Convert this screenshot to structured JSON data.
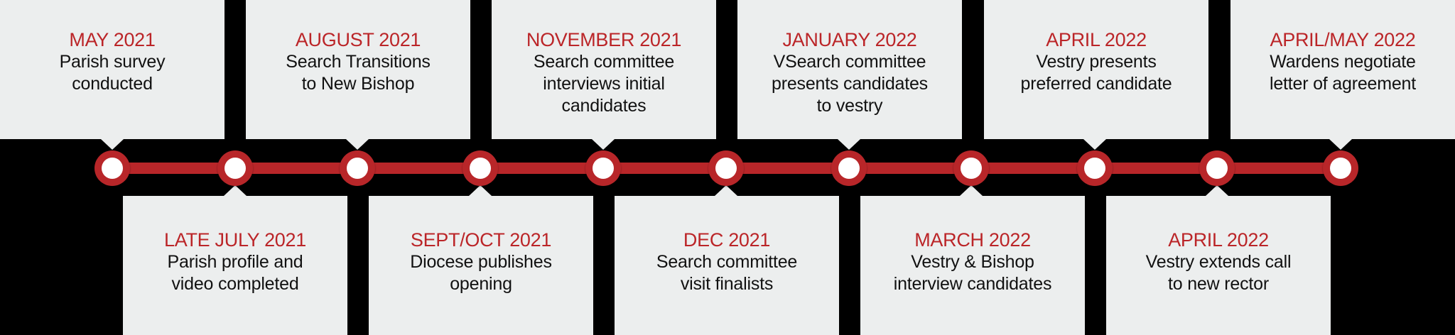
{
  "timeline": {
    "colors": {
      "background": "#000000",
      "card": "#eceeee",
      "accent": "#b82629",
      "date_text": "#bb2528",
      "body_text": "#111111",
      "node_center": "#ffffff"
    },
    "events": [
      {
        "date": "MAY 2021",
        "description": "Parish survey\nconducted",
        "position": "top"
      },
      {
        "date": "LATE JULY 2021",
        "description": "Parish profile and\nvideo completed",
        "position": "bottom"
      },
      {
        "date": "AUGUST 2021",
        "description": "Search Transitions\nto New Bishop",
        "position": "top"
      },
      {
        "date": "SEPT/OCT 2021",
        "description": "Diocese publishes\nopening",
        "position": "bottom"
      },
      {
        "date": "NOVEMBER 2021",
        "description": "Search committee\ninterviews initial\ncandidates",
        "position": "top"
      },
      {
        "date": "DEC 2021",
        "description": "Search committee\nvisit finalists",
        "position": "bottom"
      },
      {
        "date": "JANUARY 2022",
        "description": "VSearch committee\npresents candidates\nto vestry",
        "position": "top"
      },
      {
        "date": "MARCH 2022",
        "description": "Vestry & Bishop\ninterview candidates",
        "position": "bottom"
      },
      {
        "date": "APRIL 2022",
        "description": "Vestry presents\npreferred candidate",
        "position": "top"
      },
      {
        "date": "APRIL 2022",
        "description": "Vestry extends call\nto new rector",
        "position": "bottom"
      },
      {
        "date": "APRIL/MAY 2022",
        "description": "Wardens negotiate\nletter of agreement",
        "position": "top"
      }
    ]
  }
}
